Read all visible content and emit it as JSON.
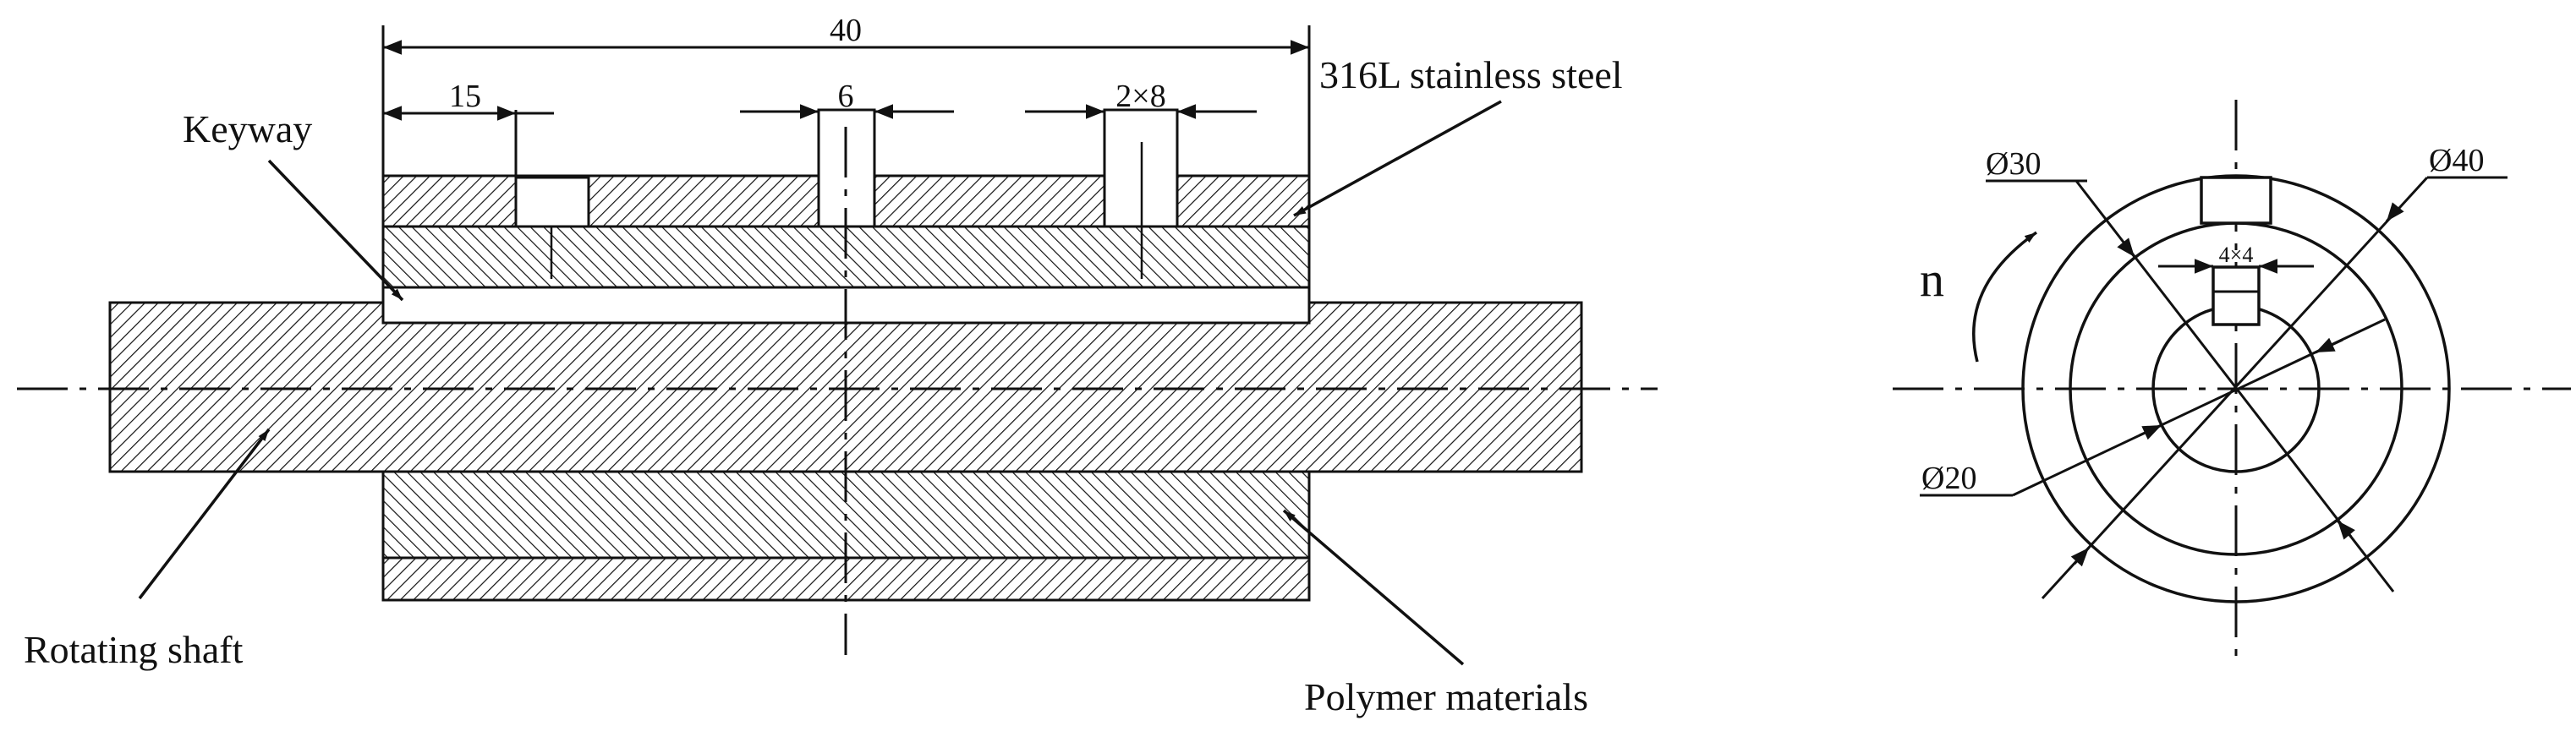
{
  "side_view": {
    "dimensions": {
      "overall": "40",
      "left_offset": "15",
      "hole_middle": "6",
      "hole_right": "2×8"
    },
    "labels": {
      "keyway": "Keyway",
      "steel": "316L stainless steel",
      "shaft": "Rotating shaft",
      "polymer": "Polymer materials"
    }
  },
  "cross_section": {
    "rotation_symbol": "n",
    "diameters": {
      "d30": "Ø30",
      "d40": "Ø40",
      "d20": "Ø20"
    },
    "keyway_size": "4×4"
  },
  "colors": {
    "line": "#111111",
    "background": "#ffffff"
  }
}
